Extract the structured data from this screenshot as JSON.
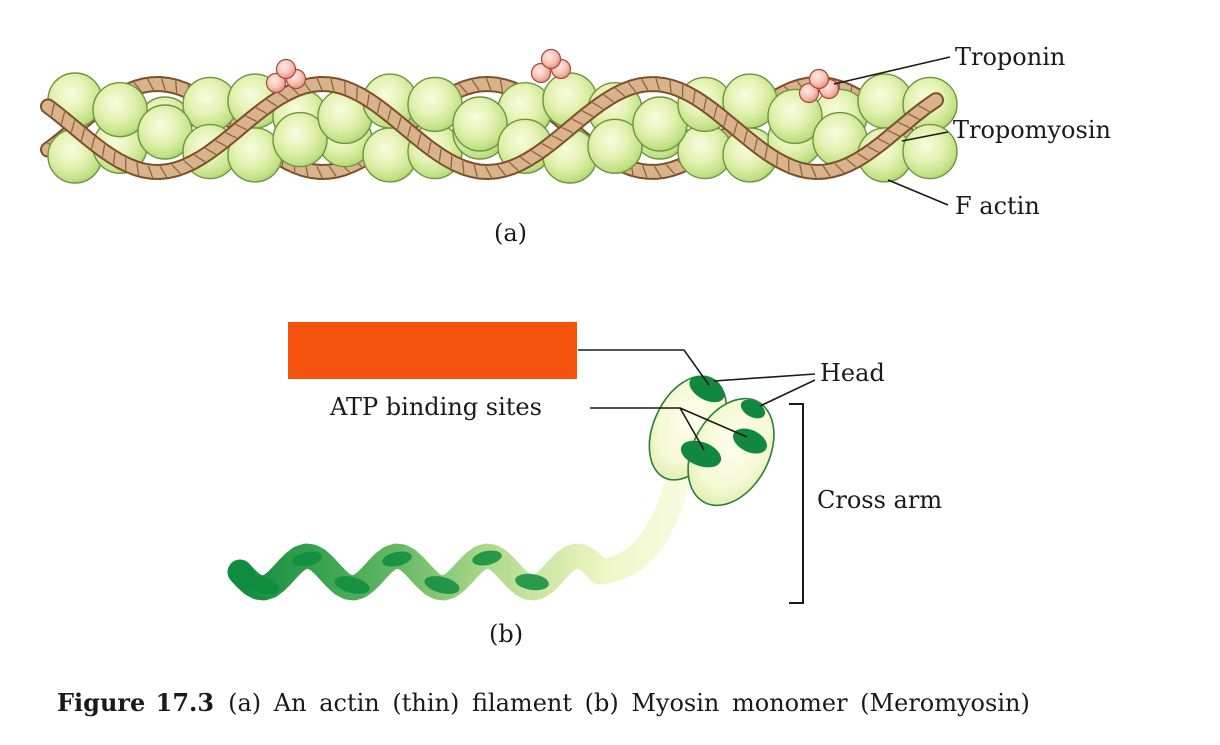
{
  "panel_a": {
    "label": "(a)",
    "troponin_label": "Troponin",
    "tropomyosin_label": "Tropomyosin",
    "f_actin_label": "F actin"
  },
  "panel_b": {
    "label": "(b)",
    "atp_label": "ATP binding sites",
    "head_label": "Head",
    "cross_arm_label": "Cross arm"
  },
  "caption": {
    "figure_label": "Figure 17.3",
    "text": "(a) An actin (thin) filament (b) Myosin monomer (Meromyosin)"
  },
  "colors": {
    "orange_box": "#F4520C",
    "actin_bead_green": "#cfe890",
    "troponin_pink": "#f2b3a4",
    "tropomyosin_tan": "#d9b38c",
    "myosin_dark_green": "#0f8c3e",
    "line_color": "#1a1a1a"
  }
}
